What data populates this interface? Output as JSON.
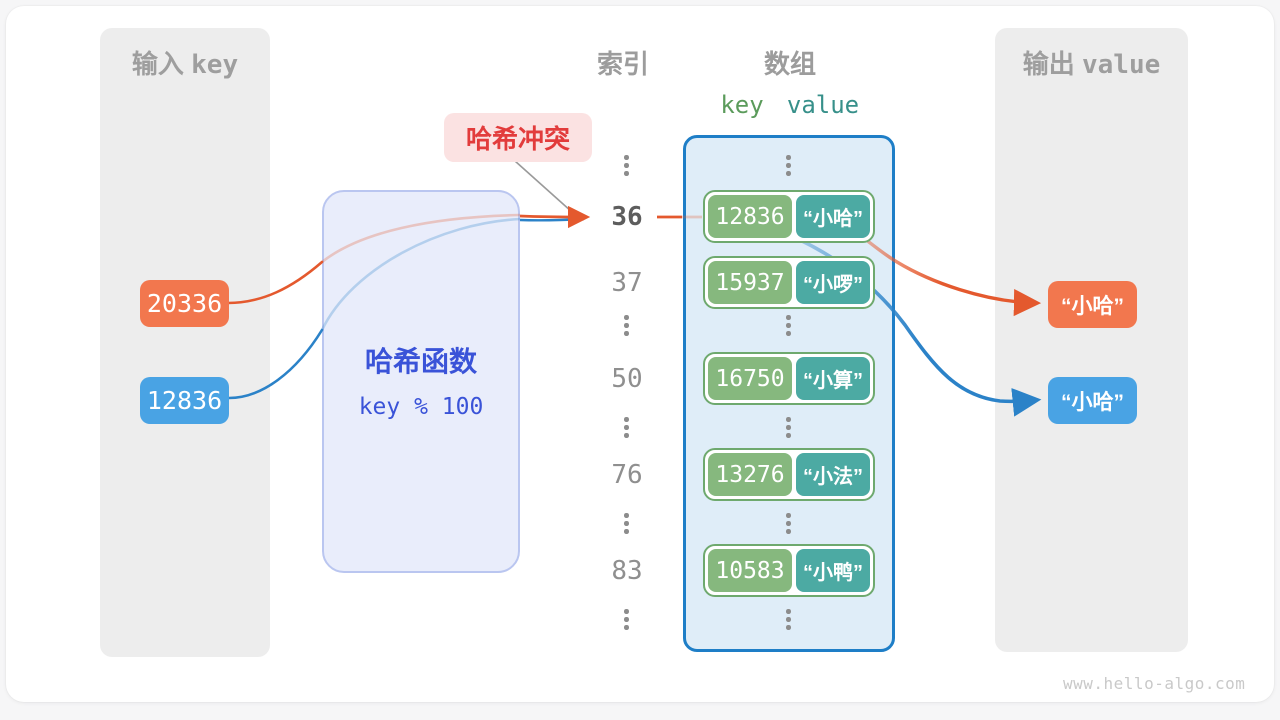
{
  "input_panel": {
    "title_zh": "输入",
    "title_code": "key",
    "items": [
      {
        "value": "20336",
        "color": "#f2774e"
      },
      {
        "value": "12836",
        "color": "#49a3e4"
      }
    ]
  },
  "hash_function": {
    "name": "哈希函数",
    "formula": "key % 100"
  },
  "collision_badge": {
    "label": "哈希冲突"
  },
  "index_column": {
    "title": "索引",
    "values": [
      "36",
      "37",
      "50",
      "76",
      "83"
    ],
    "highlighted_value": "36"
  },
  "array_panel": {
    "title": "数组",
    "key_header": "key",
    "value_header": "value",
    "entries": [
      {
        "key": "12836",
        "value": "“小哈”"
      },
      {
        "key": "15937",
        "value": "“小啰”"
      },
      {
        "key": "16750",
        "value": "“小算”"
      },
      {
        "key": "13276",
        "value": "“小法”"
      },
      {
        "key": "10583",
        "value": "“小鸭”"
      }
    ]
  },
  "output_panel": {
    "title_zh": "输出",
    "title_code": "value",
    "items": [
      {
        "value": "“小哈”",
        "color": "#f2774e"
      },
      {
        "value": "“小哈”",
        "color": "#49a3e4"
      }
    ]
  },
  "watermark": "www.hello-algo.com",
  "colors": {
    "orange_stroke": "#e4592e",
    "blue_stroke": "#2b82c8",
    "gray_pointer": "#9a9a9a",
    "array_border": "#1e7ec7",
    "array_bg": "#dfedf8",
    "key_green": "#86b87e",
    "value_teal": "#4caaa3",
    "hash_text_blue": "#3a53d8",
    "collision_red": "#e23c3c",
    "panel_gray": "#ededed"
  }
}
